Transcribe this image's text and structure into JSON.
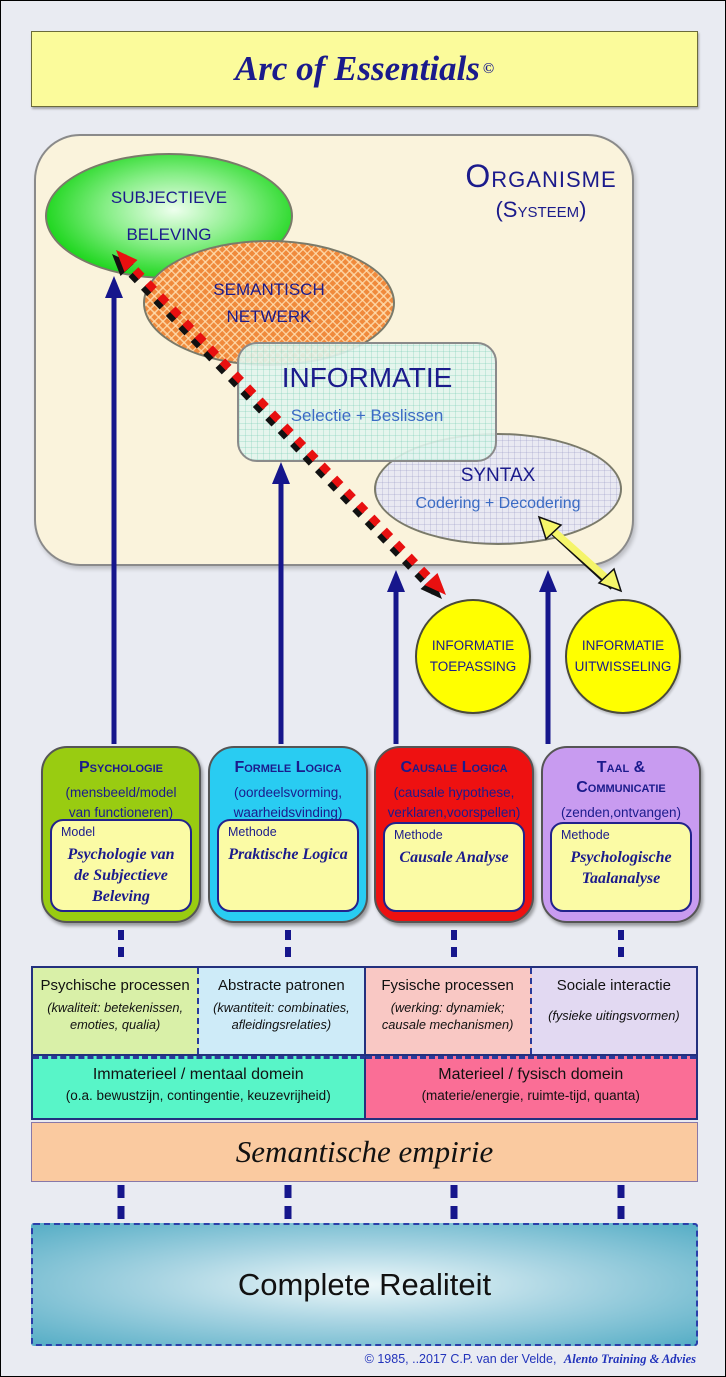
{
  "page_title": {
    "text": "Arc of Essentials",
    "copyright_mark": "©"
  },
  "organism": {
    "title": "Organisme",
    "subtitle": "(Systeem)",
    "subjective_experience": {
      "label": "SUBJECTIEVE BELEVING"
    },
    "semantic_network": {
      "label": "SEMANTISCH NETWERK"
    },
    "information": {
      "label": "INFORMATIE",
      "sublabel": "Selectie + Beslissen"
    },
    "syntax": {
      "label": "SYNTAX",
      "sublabel": "Codering + Decodering"
    }
  },
  "io_circles": {
    "application": {
      "label": "INFORMATIE TOEPASSING"
    },
    "exchange": {
      "label": "INFORMATIE UITWISSELING"
    }
  },
  "disciplines": [
    {
      "title": "Psychologie",
      "subtitle": "(mensbeeld/model van functioneren)",
      "panel_label": "Model",
      "panel_text": "Psychologie van de Subjectieve Beleving",
      "color": "#99cc11"
    },
    {
      "title": "Formele Logica",
      "subtitle": "(oordeelsvorming, waarheidsvinding)",
      "panel_label": "Methode",
      "panel_text": "Praktische Logica",
      "color": "#29ccf2"
    },
    {
      "title": "Causale Logica",
      "subtitle": "(causale hypothese, verklaren,voorspellen)",
      "panel_label": "Methode",
      "panel_text": "Causale Analyse",
      "color": "#ee1111"
    },
    {
      "title": "Taal & Communicatie",
      "subtitle": "(zenden,ontvangen)",
      "panel_label": "Methode",
      "panel_text": "Psychologische Taalanalyse",
      "color": "#c89bf0"
    }
  ],
  "domains": [
    {
      "title": "Psychische processen",
      "detail": "(kwaliteit: betekenissen, emoties, qualia)",
      "color": "#d9f0a8"
    },
    {
      "title": "Abstracte patronen",
      "detail": "(kwantiteit: combinaties, afleidingsrelaties)",
      "color": "#ceebf8"
    },
    {
      "title": "Fysische processen",
      "detail": "(werking: dynamiek; causale mechanismen)",
      "color": "#f9c8c4"
    },
    {
      "title": "Sociale interactie",
      "detail": "(fysieke uitingsvormen)",
      "color": "#e2d9f2"
    }
  ],
  "realms": {
    "mental": {
      "title": "Immaterieel / mentaal domein",
      "detail": "(o.a. bewustzijn, contingentie, keuzevrijheid)",
      "color": "#58f5c8"
    },
    "physical": {
      "title": "Materieel / fysisch domein",
      "detail": "(materie/energie, ruimte-tijd, quanta)",
      "color": "#fa6e96"
    }
  },
  "empirie": {
    "label": "Semantische empirie",
    "color": "#facaa0"
  },
  "reality": {
    "label": "Complete Realiteit",
    "color": "#57aec6"
  },
  "footer": {
    "copyright": "© 1985, ..2017 C.P. van der Velde,",
    "brand": "Alento Training & Advies"
  },
  "colors": {
    "accent_navy": "#1b1b8c",
    "arrow_red": "#ee1111",
    "arrow_yellow": "#f5f56a",
    "organism_bg": "#faf3dc",
    "page_bg": "#e9ebf2",
    "title_bg": "#fbfb9b",
    "circle_yellow": "#ffff00",
    "panel_yellow": "#fbfba5"
  }
}
